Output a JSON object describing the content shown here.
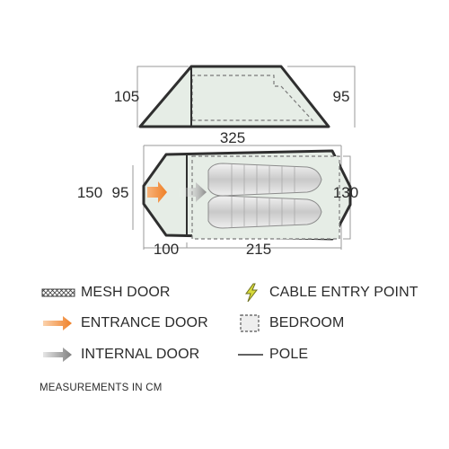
{
  "dimensions": {
    "side_height_left": "105",
    "side_height_right": "95",
    "total_length": "325",
    "total_width": "150",
    "entrance_width": "95",
    "bedroom_width": "130",
    "porch_length": "100",
    "bedroom_length": "215"
  },
  "legend": {
    "mesh_door": "MESH DOOR",
    "entrance_door": "ENTRANCE DOOR",
    "internal_door": "INTERNAL DOOR",
    "cable_entry_point": "CABLE ENTRY POINT",
    "bedroom": "BEDROOM",
    "pole": "POLE"
  },
  "units_note": "MEASUREMENTS IN CM",
  "colors": {
    "outline": "#2f2f2f",
    "fill": "#e6ede6",
    "dim_line": "#9a9a9a",
    "entrance_arrow": "#f08a3a",
    "internal_arrow": "#8a8a8a",
    "cable_icon": "#c9cc2b",
    "bedroom_border": "#7a7a7a",
    "sleeping_bag": "#d6d6d6"
  },
  "icons": {
    "mesh_door": "mesh-door-icon",
    "entrance_door": "orange-arrow-icon",
    "internal_door": "grey-arrow-icon",
    "cable_entry_point": "lightning-bolt-icon",
    "bedroom": "dashed-square-icon",
    "pole": "line-icon"
  }
}
